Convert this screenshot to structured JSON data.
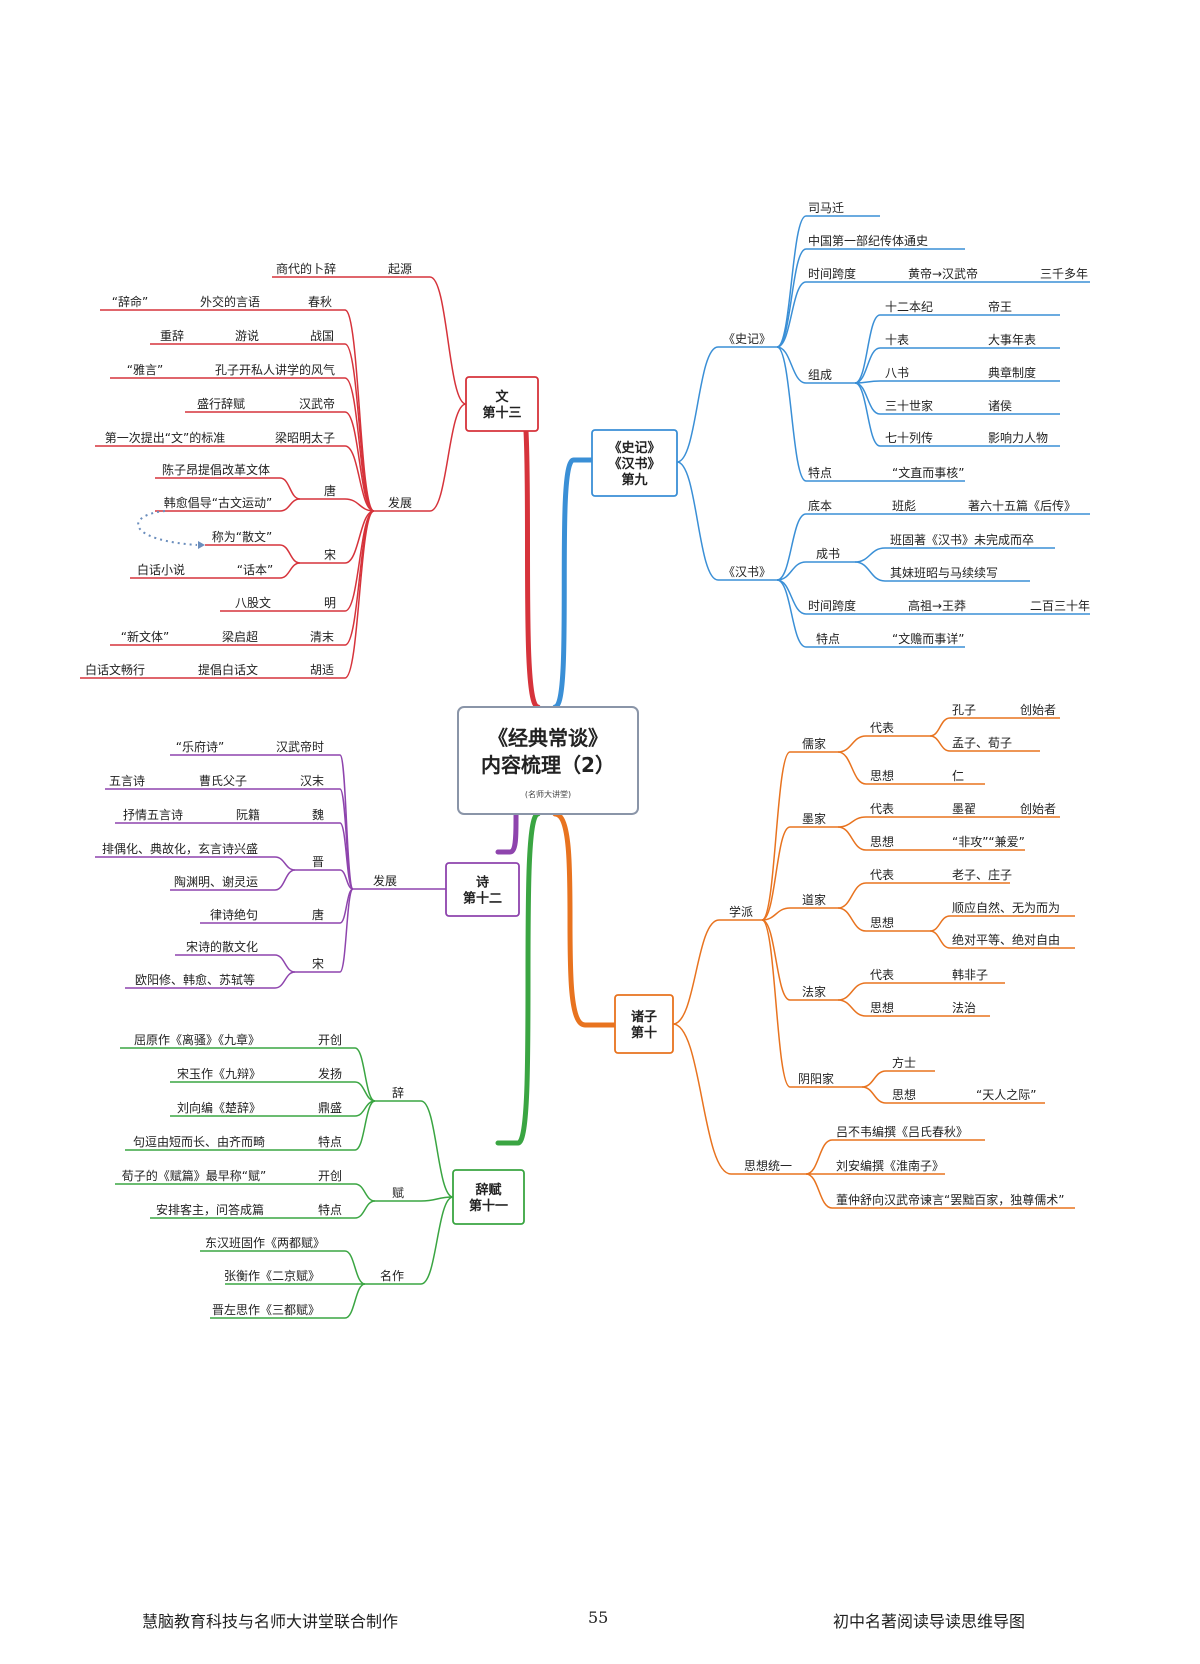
{
  "center": {
    "title_line1": "《经典常谈》",
    "title_line2": "内容梳理（2）",
    "credit": "(名师大讲堂)"
  },
  "colors": {
    "shiji_hanshu": "#3a8fd6",
    "zhuzi": "#e8731f",
    "wen": "#d6333b",
    "shi": "#8e44ad",
    "cifu": "#3aa542"
  },
  "branches": {
    "shiji_hanshu": {
      "box_line1": "《史记》",
      "box_line2": "《汉书》",
      "box_line3": "第九",
      "shiji": {
        "label": "《史记》",
        "author": "司马迁",
        "genre": "中国第一部纪传体通史",
        "span_label": "时间跨度",
        "span_value": "黄帝→汉武帝",
        "span_years": "三千多年",
        "composition_label": "组成",
        "composition": [
          {
            "part": "十二本纪",
            "about": "帝王"
          },
          {
            "part": "十表",
            "about": "大事年表"
          },
          {
            "part": "八书",
            "about": "典章制度"
          },
          {
            "part": "三十世家",
            "about": "诸侯"
          },
          {
            "part": "七十列传",
            "about": "影响力人物"
          }
        ],
        "feature_label": "特点",
        "feature_value": "“文直而事核”"
      },
      "hanshu": {
        "label": "《汉书》",
        "basis_label": "底本",
        "basis_author": "班彪",
        "basis_work": "著六十五篇《后传》",
        "completion_label": "成书",
        "completion": [
          "班固著《汉书》未完成而卒",
          "其妹班昭与马续续写"
        ],
        "span_label": "时间跨度",
        "span_value": "高祖→王莽",
        "span_years": "二百三十年",
        "feature_label": "特点",
        "feature_value": "“文赡而事详”"
      }
    },
    "zhuzi": {
      "box_line1": "诸子",
      "box_line2": "第十",
      "schools_label": "学派",
      "ru": {
        "label": "儒家",
        "rep_label": "代表",
        "rep1": "孔子",
        "rep1_note": "创始者",
        "rep2": "孟子、荀子",
        "idea_label": "思想",
        "idea": "仁"
      },
      "mo": {
        "label": "墨家",
        "rep_label": "代表",
        "rep": "墨翟",
        "rep_note": "创始者",
        "idea_label": "思想",
        "idea": "“非攻”“兼爱”"
      },
      "dao": {
        "label": "道家",
        "rep_label": "代表",
        "rep": "老子、庄子",
        "idea_label": "思想",
        "idea1": "顺应自然、无为而为",
        "idea2": "绝对平等、绝对自由"
      },
      "fa": {
        "label": "法家",
        "rep_label": "代表",
        "rep": "韩非子",
        "idea_label": "思想",
        "idea": "法治"
      },
      "yinyang": {
        "label": "阴阳家",
        "rep": "方士",
        "idea_label": "思想",
        "idea": "“天人之际”"
      },
      "unity_label": "思想统一",
      "unity": [
        "吕不韦编撰《吕氏春秋》",
        "刘安编撰《淮南子》",
        "董仲舒向汉武帝谏言“罢黜百家，独尊儒术”"
      ]
    },
    "wen": {
      "box_line1": "文",
      "box_line2": "第十三",
      "origin_label": "起源",
      "origin_value": "商代的卜辞",
      "dev_label": "发展",
      "chunqiu": {
        "era": "春秋",
        "text": "外交的言语",
        "note": "“辞命”"
      },
      "zhanguo": {
        "era": "战国",
        "text": "游说",
        "note": "重辞"
      },
      "kongzi": {
        "text": "孔子开私人讲学的风气",
        "note": "“雅言”"
      },
      "handi": {
        "era": "汉武帝",
        "text": "盛行辞赋"
      },
      "liangzhao": {
        "era": "梁昭明太子",
        "text": "第一次提出“文”的标准"
      },
      "tang": {
        "era": "唐",
        "items": [
          "陈子昂提倡改革文体",
          "韩愈倡导“古文运动”"
        ]
      },
      "song": {
        "era": "宋",
        "item1": "称为“散文”",
        "item2": "“话本”",
        "item2_note": "白话小说"
      },
      "ming": {
        "era": "明",
        "text": "八股文"
      },
      "qingmo": {
        "era": "清末",
        "text": "梁启超",
        "note": "“新文体”"
      },
      "hushi": {
        "era": "胡适",
        "text": "提倡白话文",
        "note": "白话文畅行"
      }
    },
    "shi": {
      "box_line1": "诗",
      "box_line2": "第十二",
      "dev_label": "发展",
      "handi": {
        "era": "汉武帝时",
        "text": "“乐府诗”"
      },
      "hanmo": {
        "era": "汉末",
        "text": "曹氏父子",
        "note": "五言诗"
      },
      "wei": {
        "era": "魏",
        "text": "阮籍",
        "note": "抒情五言诗"
      },
      "jin": {
        "era": "晋",
        "items": [
          "排偶化、典故化，玄言诗兴盛",
          "陶渊明、谢灵运"
        ]
      },
      "tang": {
        "era": "唐",
        "text": "律诗绝句"
      },
      "song": {
        "era": "宋",
        "items": [
          "宋诗的散文化",
          "欧阳修、韩愈、苏轼等"
        ]
      }
    },
    "cifu": {
      "box_line1": "辞赋",
      "box_line2": "第十一",
      "ci": {
        "label": "辞",
        "items": [
          {
            "text": "屈原作《离骚》《九章》",
            "tag": "开创"
          },
          {
            "text": "宋玉作《九辩》",
            "tag": "发扬"
          },
          {
            "text": "刘向编《楚辞》",
            "tag": "鼎盛"
          },
          {
            "text": "句逗由短而长、由齐而畸",
            "tag": "特点"
          }
        ]
      },
      "fu": {
        "label": "赋",
        "items": [
          {
            "text": "荀子的《赋篇》最早称“赋”",
            "tag": "开创"
          },
          {
            "text": "安排客主，问答成篇",
            "tag": "特点"
          }
        ]
      },
      "works": {
        "label": "名作",
        "items": [
          "东汉班固作《两都赋》",
          "张衡作《二京赋》",
          "晋左思作《三都赋》"
        ]
      }
    }
  },
  "footer": {
    "left": "慧脑教育科技与名师大讲堂联合制作",
    "page": "55",
    "right": "初中名著阅读导读思维导图"
  }
}
